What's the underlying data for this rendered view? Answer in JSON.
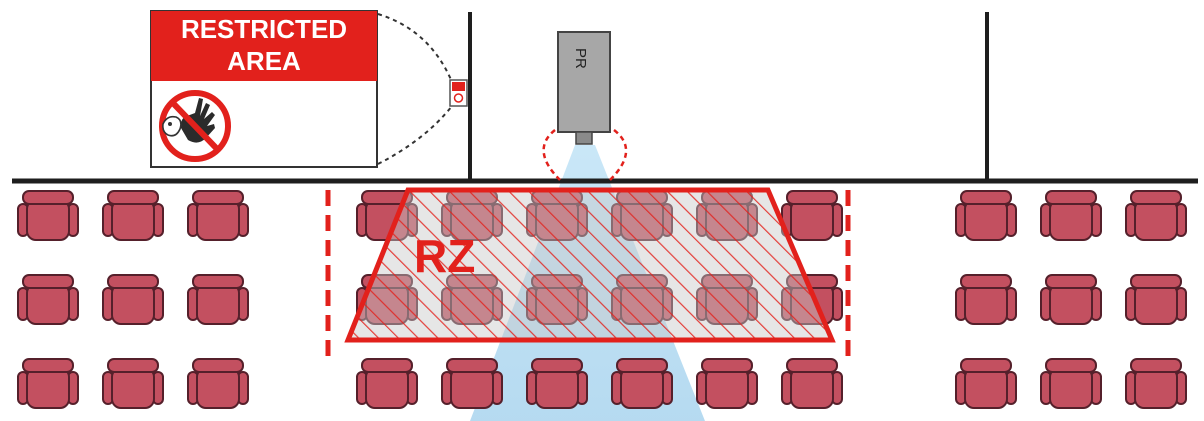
{
  "sign": {
    "line1": "RESTRICTED",
    "line2": "AREA",
    "header_color": "#e2211c",
    "prohibition_color": "#e2211c",
    "icon": "no-entry-hand-icon"
  },
  "projector": {
    "label": "PR",
    "body_color": "#a7a7a7"
  },
  "restricted_zone": {
    "label": "RZ",
    "color": "#e2211c"
  },
  "seating": {
    "seat_color": "#c35060",
    "seat_outline": "#55202b",
    "left_block": {
      "rows": 3,
      "cols": 3
    },
    "center_block": {
      "rows": 3,
      "cols": 6
    },
    "right_block": {
      "rows": 3,
      "cols": 3
    }
  },
  "colors": {
    "walls": "#1e1e1e",
    "beam": "#b9dcf0",
    "barrier_stripe": "#e2211c"
  }
}
